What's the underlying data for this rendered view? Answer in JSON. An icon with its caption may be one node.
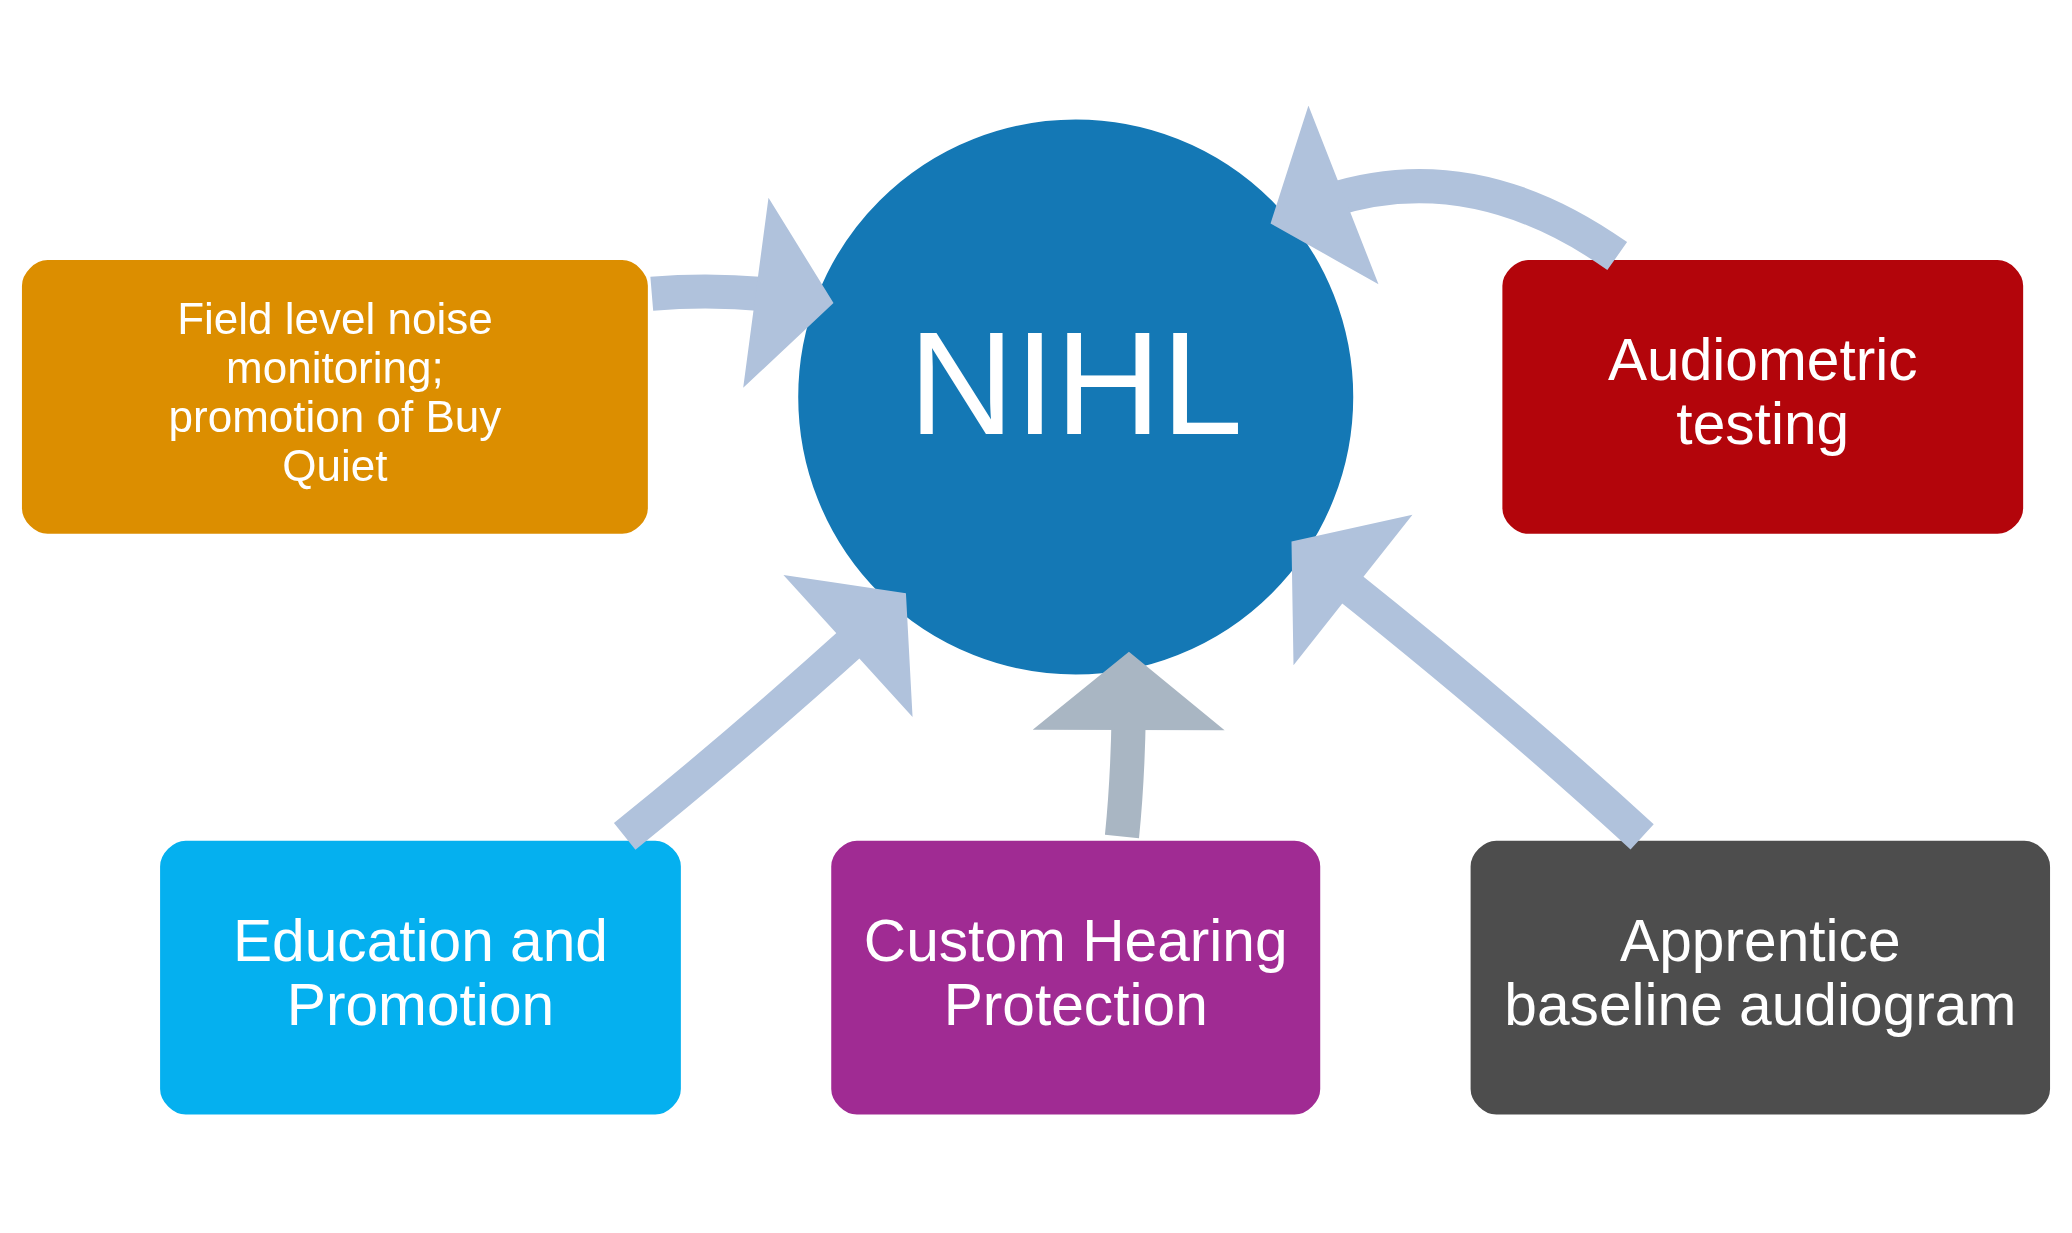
{
  "diagram": {
    "nodes": [
      {
        "text": [
          "NIHL"
        ]
      },
      {
        "text": [
          "Field level noise monitoring; promotion of Buy Quiet"
        ]
      },
      {
        "text": [
          "Audiometric testing"
        ]
      },
      {
        "text": [
          "Education and Promotion"
        ]
      },
      {
        "text": [
          "Custom Hearing Protection"
        ]
      },
      {
        "text": [
          "Apprentice baseline audiogram"
        ]
      }
    ],
    "edges": [
      {
        "from": 1,
        "to": 0,
        "arrow": "to"
      },
      {
        "from": 2,
        "to": 0,
        "arrow": "to"
      },
      {
        "from": 3,
        "to": 0,
        "arrow": "to"
      },
      {
        "from": 5,
        "to": 0,
        "arrow": "to"
      },
      {
        "from": 4,
        "to": 0,
        "arrow": "to",
        "color": "#a9b6c3"
      }
    ]
  }
}
